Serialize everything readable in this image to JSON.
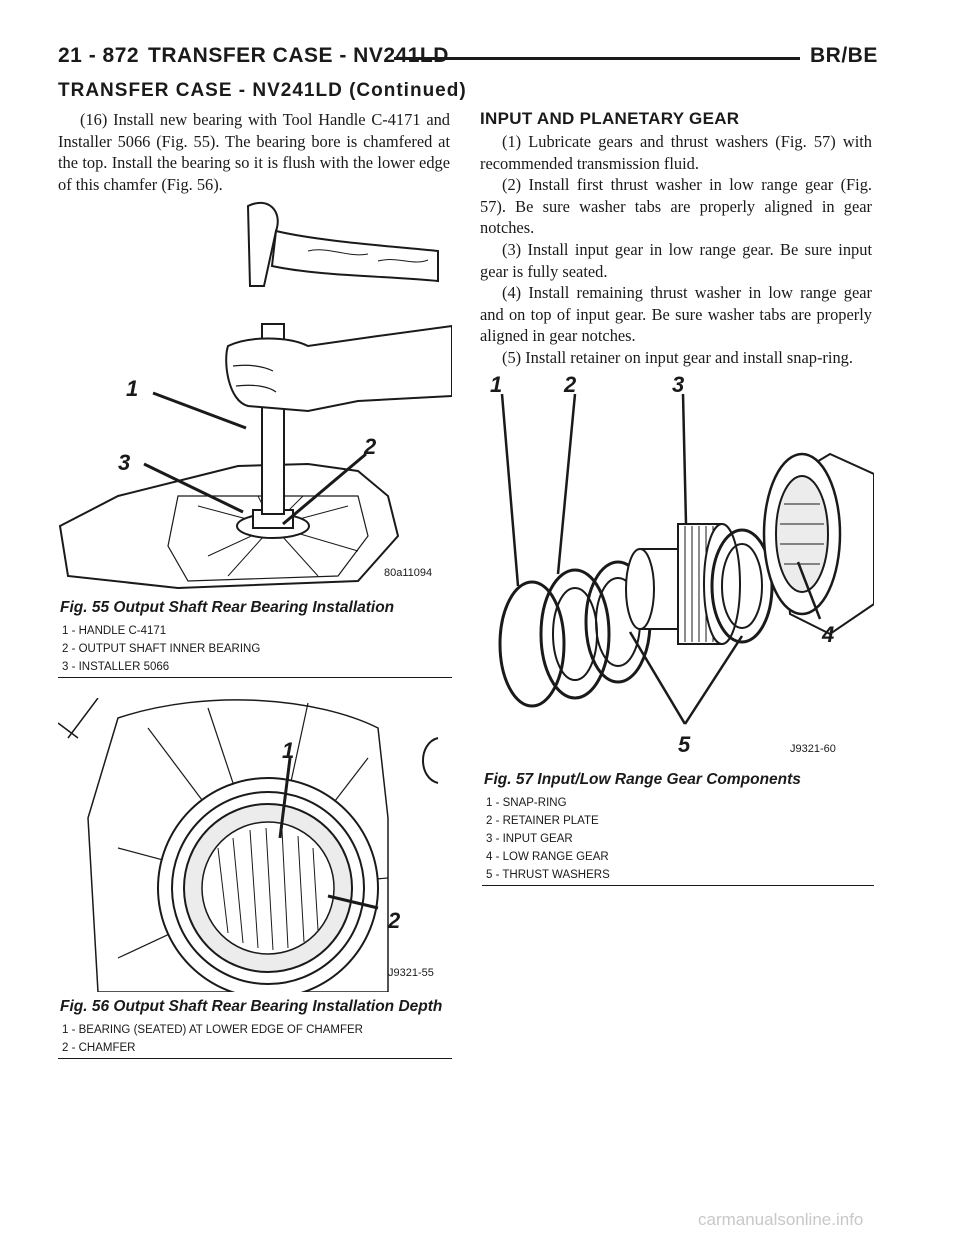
{
  "header": {
    "page_number": "21 - 872",
    "section": "TRANSFER CASE - NV241LD",
    "models": "BR/BE",
    "continued_title": "TRANSFER CASE - NV241LD (Continued)"
  },
  "left_column": {
    "paragraph_16": "(16) Install new bearing with Tool Handle C-4171 and Installer 5066 (Fig. 55). The bearing bore is chamfered at the top. Install the bearing so it is flush with the lower edge of this chamfer (Fig. 56)."
  },
  "fig55": {
    "title": "Fig. 55 Output Shaft Rear Bearing Installation",
    "code": "80a11094",
    "callouts": [
      "1",
      "2",
      "3"
    ],
    "legend": [
      "1 - HANDLE C-4171",
      "2 - OUTPUT SHAFT INNER BEARING",
      "3 - INSTALLER 5066"
    ]
  },
  "fig56": {
    "title": "Fig. 56 Output Shaft Rear Bearing Installation Depth",
    "code": "J9321-55",
    "callouts": [
      "1",
      "2"
    ],
    "legend": [
      "1 - BEARING (SEATED) AT LOWER EDGE OF CHAMFER",
      "2 - CHAMFER"
    ]
  },
  "right_column": {
    "section_title": "INPUT AND PLANETARY GEAR",
    "steps": [
      "(1) Lubricate gears and thrust washers (Fig. 57) with recommended transmission fluid.",
      "(2) Install first thrust washer in low range gear (Fig. 57). Be sure washer tabs are properly aligned in gear notches.",
      "(3) Install input gear in low range gear. Be sure input gear is fully seated.",
      "(4) Install remaining thrust washer in low range gear and on top of input gear. Be sure washer tabs are properly aligned in gear notches.",
      "(5) Install retainer on input gear and install snap-ring."
    ]
  },
  "fig57": {
    "title": "Fig. 57 Input/Low Range Gear Components",
    "code": "J9321-60",
    "callouts": [
      "1",
      "2",
      "3",
      "4",
      "5"
    ],
    "legend": [
      "1 - SNAP-RING",
      "2 - RETAINER PLATE",
      "3 - INPUT GEAR",
      "4 - LOW RANGE GEAR",
      "5 - THRUST WASHERS"
    ]
  },
  "watermark": "carmanualsonline.info"
}
